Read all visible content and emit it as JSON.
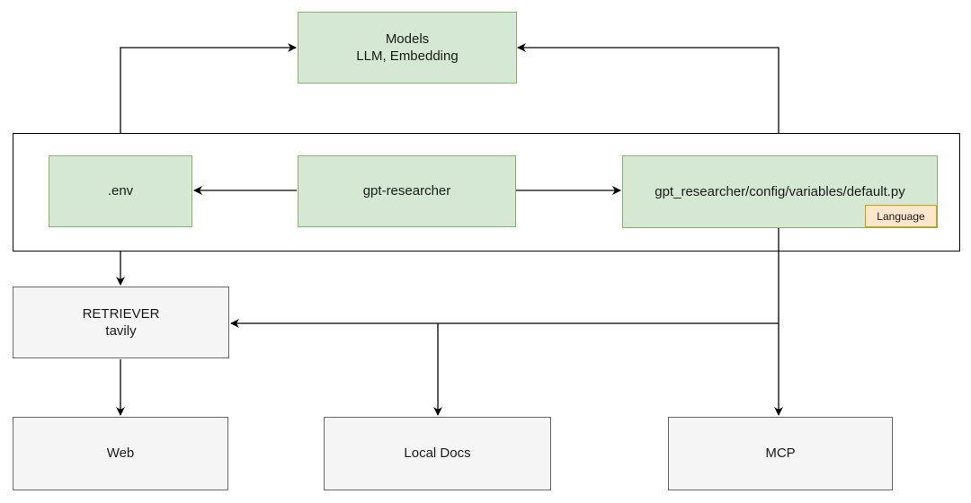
{
  "nodes": {
    "models": {
      "line1": "Models",
      "line2": "LLM, Embedding"
    },
    "env": {
      "label": ".env"
    },
    "gpt_researcher": {
      "label": "gpt-researcher"
    },
    "config": {
      "label": "gpt_researcher/config/variables/default.py",
      "badge": "Language"
    },
    "retriever": {
      "line1": "RETRIEVER",
      "line2": "tavily"
    },
    "web": {
      "label": "Web"
    },
    "local_docs": {
      "label": "Local Docs"
    },
    "mcp": {
      "label": "MCP"
    }
  },
  "colors": {
    "green_fill": "#d5e8d4",
    "green_stroke": "#82b366",
    "gray_fill": "#f5f5f5",
    "gray_stroke": "#666666",
    "badge_fill": "#ffe6cc",
    "badge_stroke": "#d79b00",
    "edge": "#000000"
  }
}
